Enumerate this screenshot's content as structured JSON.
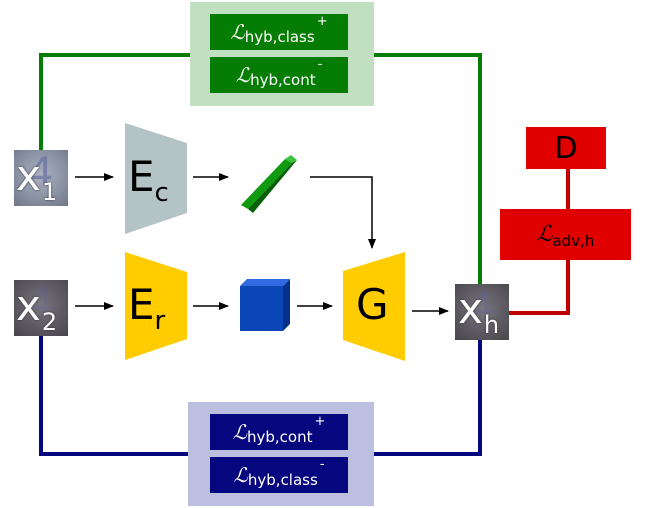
{
  "colors": {
    "green": "#057d05",
    "navy": "#06067e",
    "red": "#e00000",
    "grey_encoder": "#b4c3c6",
    "yellow": "#ffcc00",
    "cube_blue": "#0b46b7",
    "green_panel_bg": "#c1e0c1",
    "navy_panel_bg": "#bdbfe0"
  },
  "inputs": {
    "x1": {
      "symbol": "x",
      "subscript": "1"
    },
    "x2": {
      "symbol": "x",
      "subscript": "2"
    },
    "xh": {
      "symbol": "x",
      "subscript": "h"
    }
  },
  "blocks": {
    "content_encoder": {
      "symbol": "E",
      "subscript": "c"
    },
    "residual_encoder": {
      "symbol": "E",
      "subscript": "r"
    },
    "generator": {
      "label": "G"
    },
    "discriminator": {
      "label": "D"
    }
  },
  "losses": {
    "top": [
      {
        "symbol": "ℒ",
        "subscript": "hyb,class",
        "superscript": "+"
      },
      {
        "symbol": "ℒ",
        "subscript": "hyb,cont",
        "superscript": "-"
      }
    ],
    "bottom": [
      {
        "symbol": "ℒ",
        "subscript": "hyb,cont",
        "superscript": "+"
      },
      {
        "symbol": "ℒ",
        "subscript": "hyb,class",
        "superscript": "-"
      }
    ],
    "adv": {
      "symbol": "ℒ",
      "subscript": "adv,h"
    }
  },
  "icons": [
    "content-vector-bar-icon",
    "residual-cube-icon",
    "arrow-icon"
  ]
}
